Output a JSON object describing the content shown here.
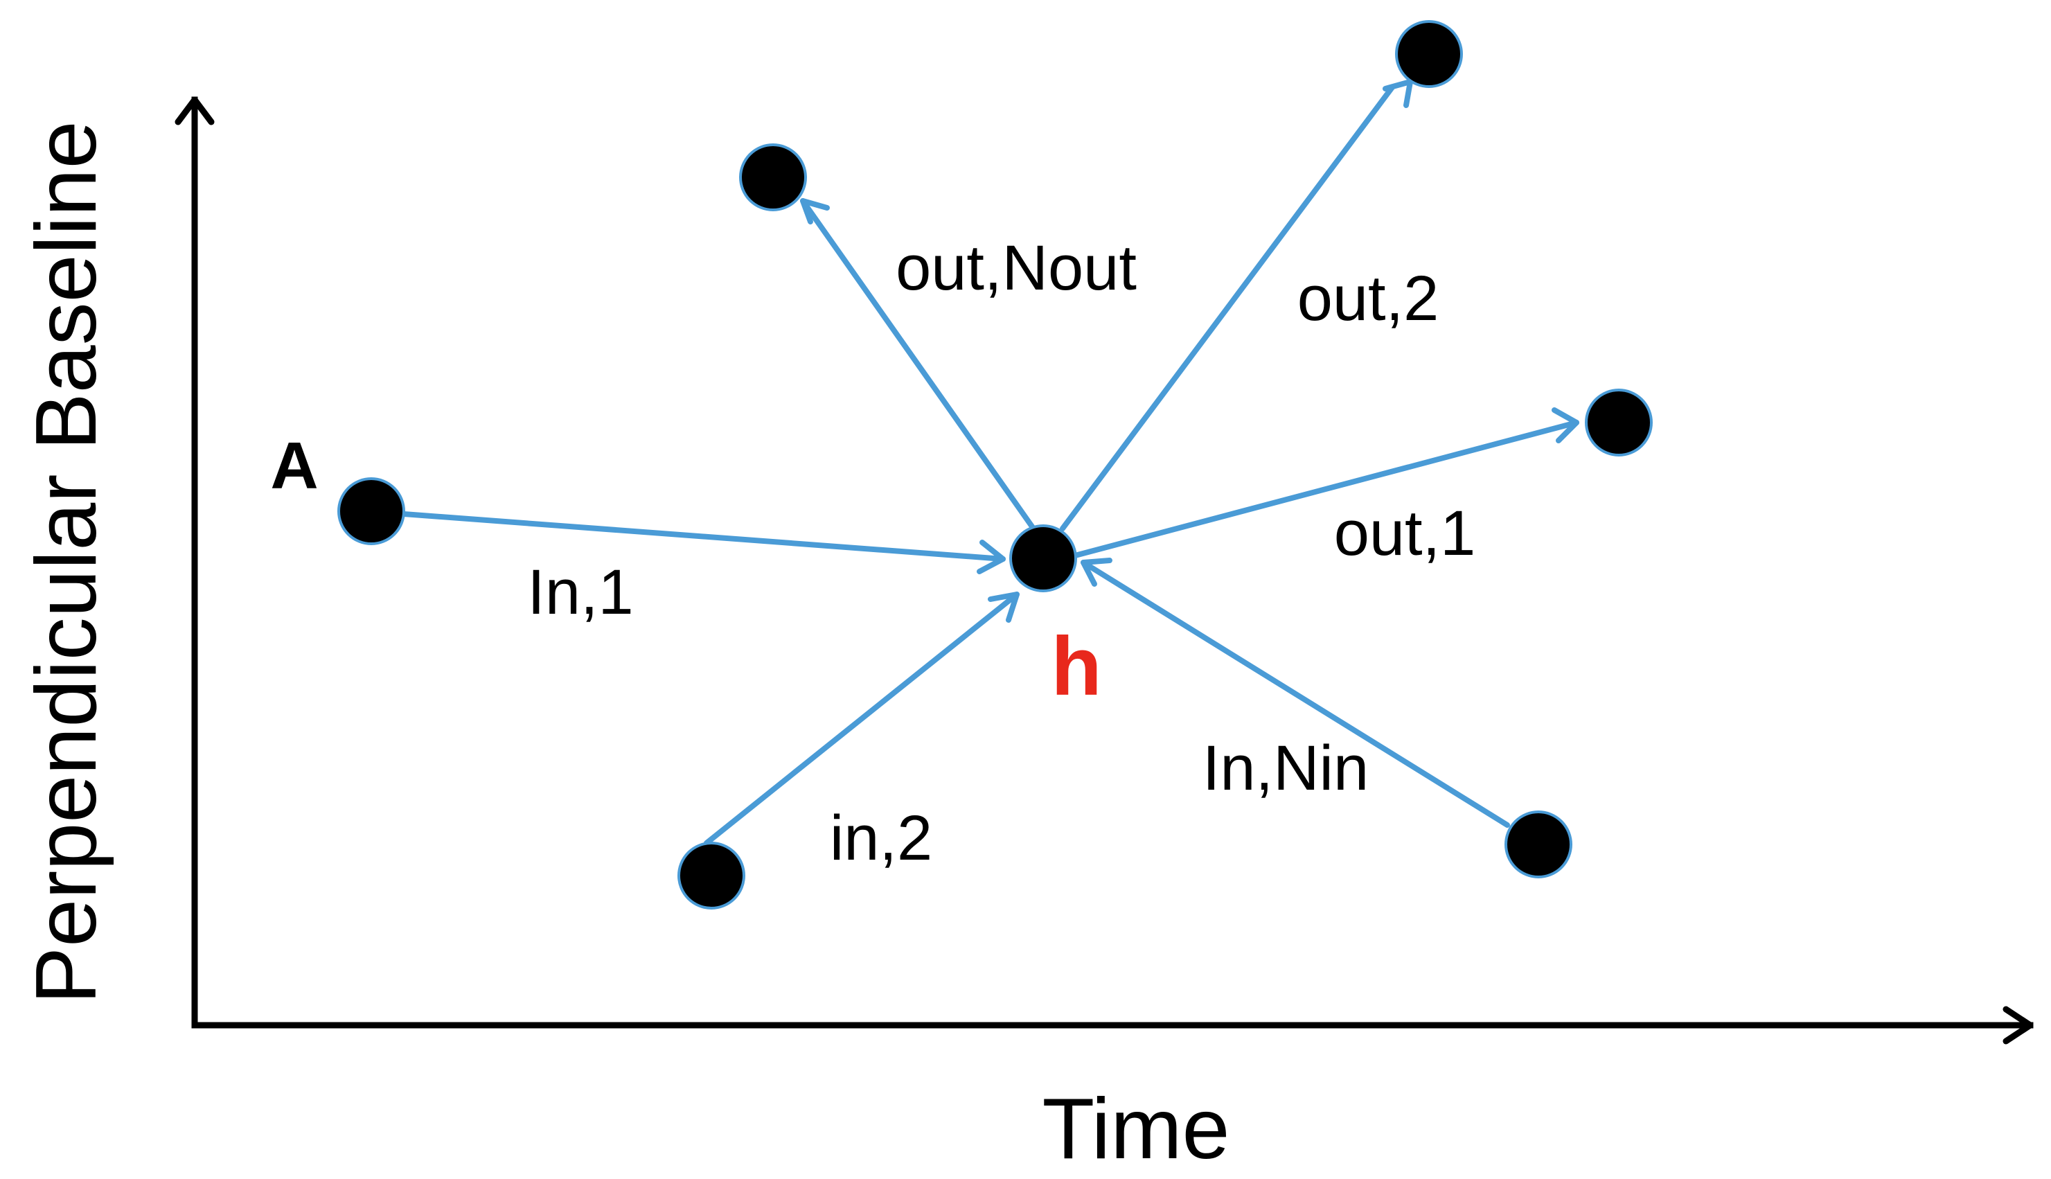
{
  "colors": {
    "axis": "#000000",
    "edge": "#4a9bd6",
    "node_fill": "#000000",
    "node_outline": "#4a9bd6",
    "text": "#000000",
    "hub_label": "#e8281c"
  },
  "axes": {
    "x_label": "Time",
    "y_label": "Perpendicular Baseline"
  },
  "nodes": {
    "hub": {
      "label": "h",
      "label_color": "#e8281c"
    },
    "a": {
      "label": "A"
    },
    "in_2": {},
    "in_nin": {},
    "out_1": {},
    "out_2": {},
    "out_nout": {}
  },
  "edges": {
    "in_1": {
      "label": "In,1",
      "direction": "A → h"
    },
    "in_2": {
      "label": "in,2",
      "direction": "in_2 → h"
    },
    "in_nin": {
      "label": "In,Nin",
      "direction": "in_nin → h"
    },
    "out_1": {
      "label": "out,1",
      "direction": "h → out_1"
    },
    "out_2": {
      "label": "out,2",
      "direction": "h → out_2"
    },
    "out_nout": {
      "label": "out,Nout",
      "direction": "h → out_nout"
    }
  }
}
